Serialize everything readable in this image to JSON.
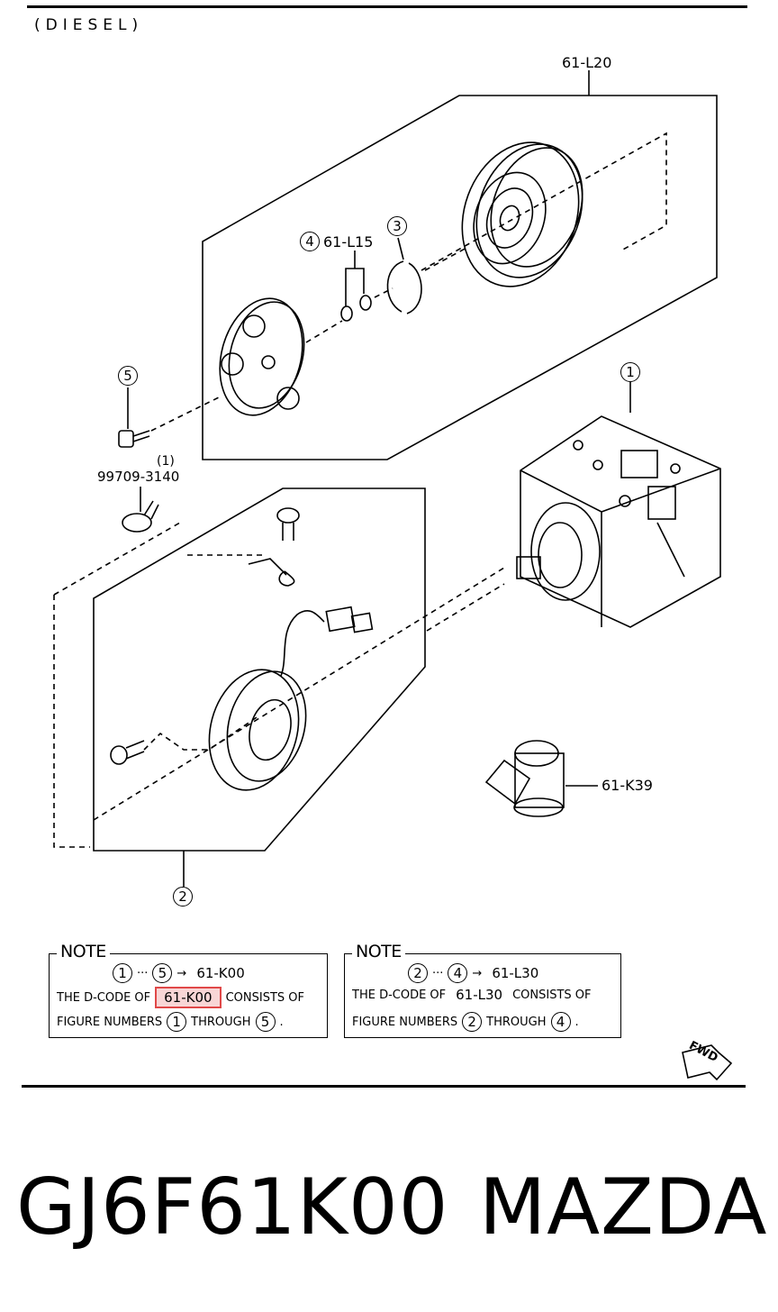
{
  "header": "(DIESEL)",
  "callouts": {
    "c61_l20": "61-L20",
    "c61_l15": "61-L15",
    "n4": "4",
    "n3": "3",
    "n5": "5",
    "n1": "1",
    "n2": "2",
    "bolt_code": "99709-3140",
    "bolt_qty": "(1)",
    "c61_k39": "61-K39"
  },
  "note1": {
    "title": "NOTE",
    "from": "1",
    "to": "5",
    "dots": "···",
    "arrow": "→",
    "target": "61-K00",
    "text_a": "THE D-CODE OF",
    "code": "61-K00",
    "text_b": "CONSISTS OF",
    "text_c": "FIGURE NUMBERS",
    "num_a": "1",
    "text_d": "THROUGH",
    "num_b": "5",
    "end": "."
  },
  "note2": {
    "title": "NOTE",
    "from": "2",
    "to": "4",
    "dots": "···",
    "arrow": "→",
    "target": "61-L30",
    "text_a": "THE D-CODE OF",
    "code": "61-L30",
    "text_b": "CONSISTS OF",
    "text_c": "FIGURE NUMBERS",
    "num_a": "2",
    "text_d": "THROUGH",
    "num_b": "4",
    "end": "."
  },
  "fwd": "FWD",
  "footer": {
    "part_number": "GJ6F61K00",
    "brand": "MAZDA"
  },
  "colors": {
    "highlight_border": "#e04848",
    "highlight_fill": "#f8d6d6"
  }
}
